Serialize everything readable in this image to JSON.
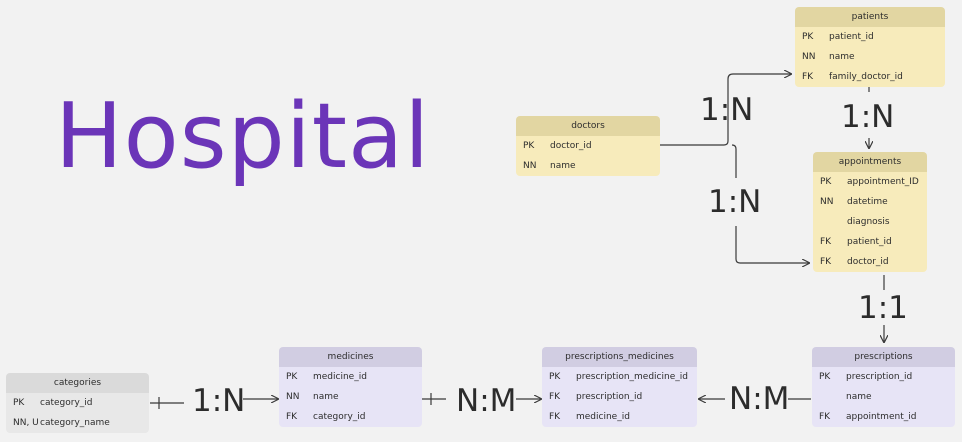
{
  "title": "Hospital",
  "colors": {
    "title": "#6b35b8",
    "line": "#3a3a3a",
    "yellow_header": "#e2d6a2",
    "yellow_body": "#f7ebbb",
    "purple_header": "#d1cde2",
    "purple_body": "#e7e4f6",
    "gray_header": "#dadada",
    "gray_body": "#e8e8e8"
  },
  "entities": {
    "patients": {
      "name": "patients",
      "rows": [
        {
          "key": "PK",
          "attr": "patient_id"
        },
        {
          "key": "NN",
          "attr": "name"
        },
        {
          "key": "FK",
          "attr": "family_doctor_id"
        }
      ]
    },
    "doctors": {
      "name": "doctors",
      "rows": [
        {
          "key": "PK",
          "attr": "doctor_id"
        },
        {
          "key": "NN",
          "attr": "name"
        }
      ]
    },
    "appointments": {
      "name": "appointments",
      "rows": [
        {
          "key": "PK",
          "attr": "appointment_ID"
        },
        {
          "key": "NN",
          "attr": "datetime"
        },
        {
          "key": "",
          "attr": "diagnosis"
        },
        {
          "key": "FK",
          "attr": "patient_id"
        },
        {
          "key": "FK",
          "attr": "doctor_id"
        }
      ]
    },
    "prescriptions": {
      "name": "prescriptions",
      "rows": [
        {
          "key": "PK",
          "attr": "prescription_id"
        },
        {
          "key": "",
          "attr": "name"
        },
        {
          "key": "FK",
          "attr": "appointment_id"
        }
      ]
    },
    "prescriptions_medicines": {
      "name": "prescriptions_medicines",
      "rows": [
        {
          "key": "PK",
          "attr": "prescription_medicine_id"
        },
        {
          "key": "FK",
          "attr": "prescription_id"
        },
        {
          "key": "FK",
          "attr": "medicine_id"
        }
      ]
    },
    "medicines": {
      "name": "medicines",
      "rows": [
        {
          "key": "PK",
          "attr": "medicine_id"
        },
        {
          "key": "NN",
          "attr": "name"
        },
        {
          "key": "FK",
          "attr": "category_id"
        }
      ]
    },
    "categories": {
      "name": "categories",
      "rows": [
        {
          "key": "PK",
          "attr": "category_id"
        },
        {
          "key": "NN, U",
          "attr": "category_name"
        }
      ]
    }
  },
  "relationships": {
    "doctors_patients": "1:N",
    "patients_appointments": "1:N",
    "doctors_appointments": "1:N",
    "appointments_prescriptions": "1:1",
    "prescriptions_prescriptions_medicines": "N:M",
    "medicines_prescriptions_medicines": "N:M",
    "categories_medicines": "1:N"
  }
}
